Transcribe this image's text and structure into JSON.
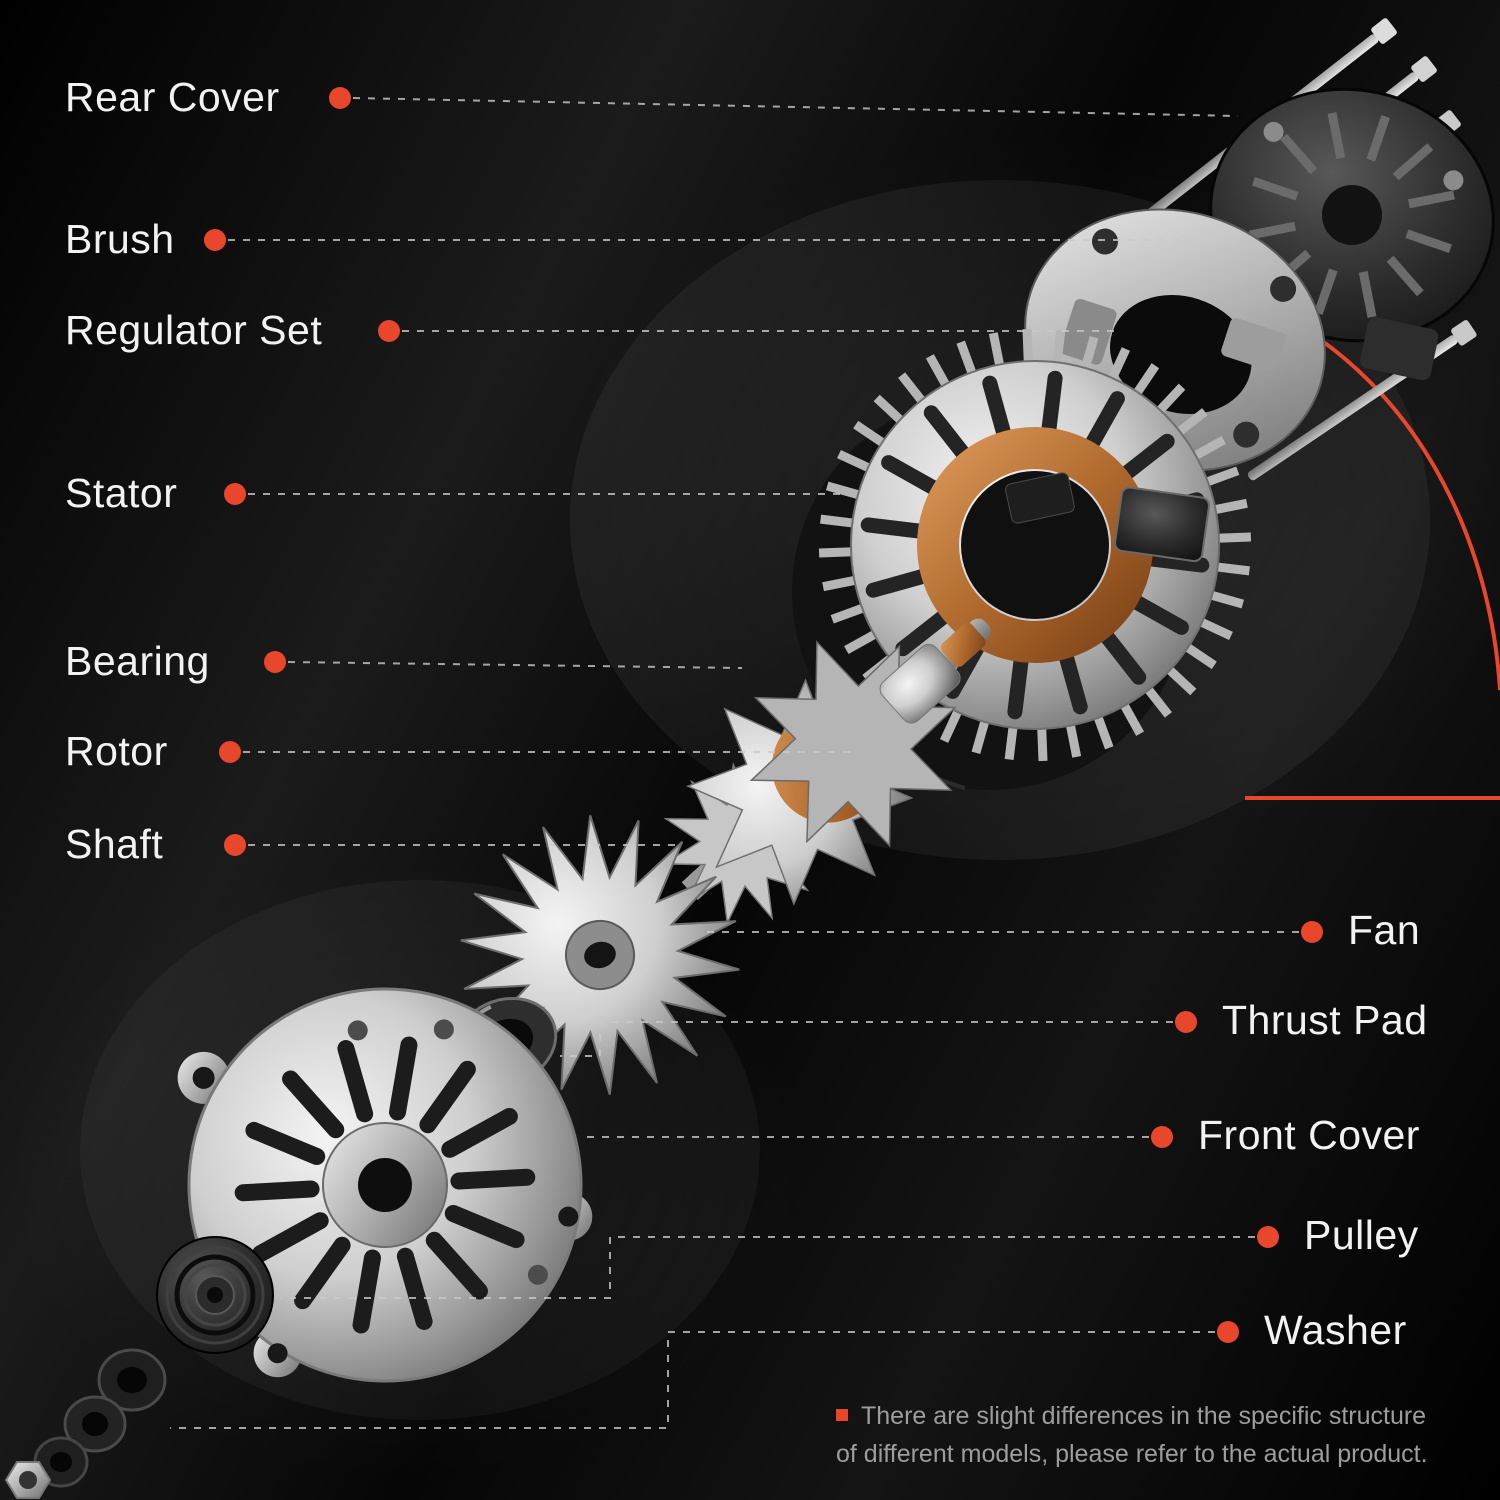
{
  "colors": {
    "accent": "#e8472b",
    "background": "#0b0b0b",
    "label_text": "#f2f2f2",
    "connector": "#c9c9c9",
    "disclaimer_text": "#9d9d9d"
  },
  "parts_left": [
    {
      "label": "Rear Cover"
    },
    {
      "label": "Brush"
    },
    {
      "label": "Regulator Set"
    },
    {
      "label": "Stator"
    },
    {
      "label": "Bearing"
    },
    {
      "label": "Rotor"
    },
    {
      "label": "Shaft"
    }
  ],
  "parts_right": [
    {
      "label": "Fan"
    },
    {
      "label": "Thrust Pad"
    },
    {
      "label": "Front Cover"
    },
    {
      "label": "Pulley"
    },
    {
      "label": "Washer"
    }
  ],
  "disclaimer": {
    "line1": "There are slight differences in the specific structure",
    "line2": "of different models, please refer to the actual product."
  }
}
